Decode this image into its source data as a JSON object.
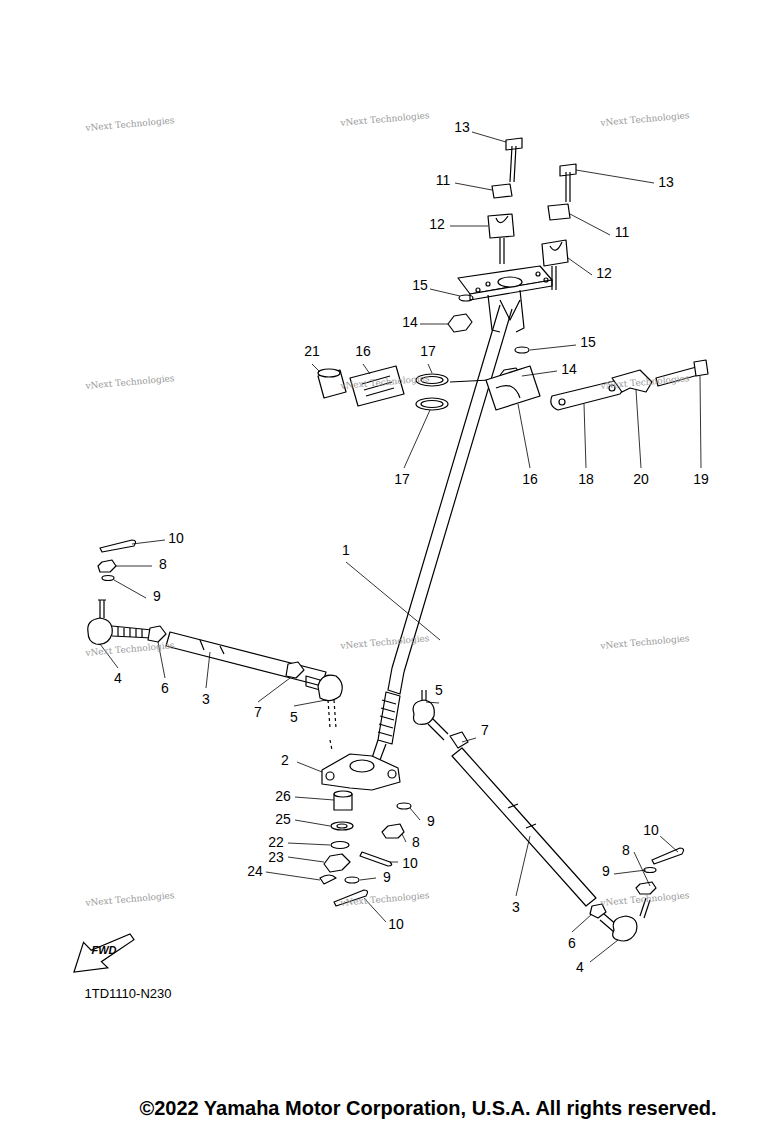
{
  "diagram": {
    "nodes": [
      {
        "text": [
          "FWD"
        ]
      }
    ],
    "labels": [
      "13",
      "11",
      "12",
      "13",
      "11",
      "12",
      "15",
      "14",
      "15",
      "14",
      "21",
      "16",
      "17",
      "17",
      "16",
      "18",
      "20",
      "19",
      "10",
      "8",
      "9",
      "4",
      "6",
      "3",
      "7",
      "5",
      "1",
      "5",
      "7",
      "2",
      "26",
      "25",
      "22",
      "23",
      "24",
      "9",
      "8",
      "10",
      "9",
      "10",
      "3",
      "6",
      "4",
      "10",
      "8",
      "9",
      "1TD1110-N230",
      "©2022 Yamaha Motor Corporation, U.S.A. All rights reserved.",
      "vNext Technologies",
      "vNext Technologies",
      "vNext Technologies",
      "vNext Technologies",
      "vNext Technologies",
      "vNext Technologies",
      "vNext Technologies",
      "vNext Technologies",
      "vNext Technologies",
      "vNext Technologies",
      "vNext Technologies",
      "vNext Technologies"
    ]
  }
}
